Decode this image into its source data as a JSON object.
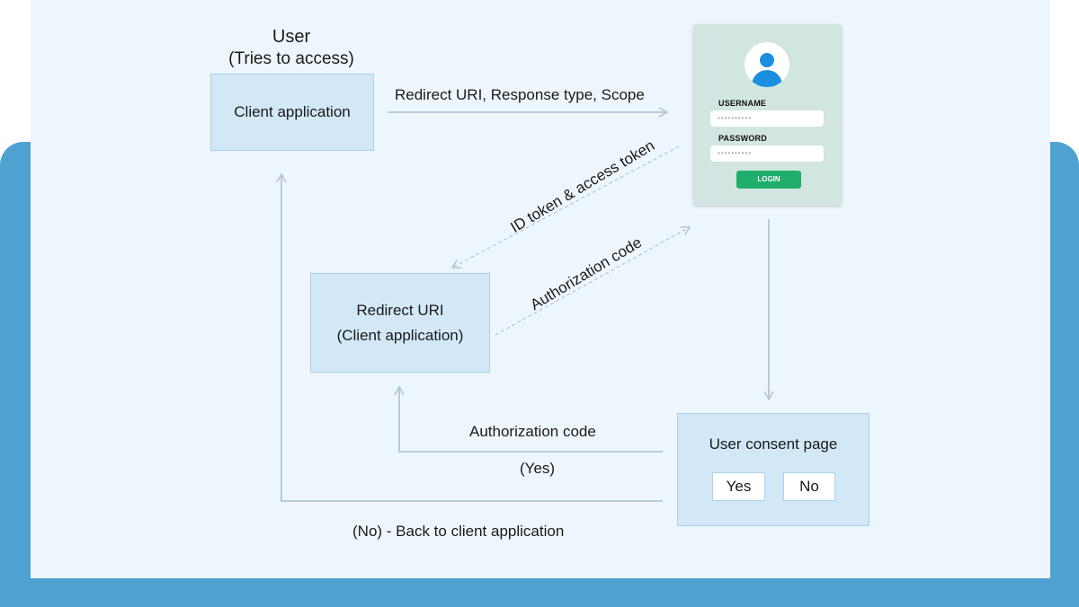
{
  "user": {
    "title": "User",
    "subtitle": "(Tries to access)"
  },
  "client_app": {
    "label": "Client application"
  },
  "redirect_box": {
    "line1": "Redirect URI",
    "line2": "(Client application)"
  },
  "consent": {
    "title": "User consent page",
    "yes_label": "Yes",
    "no_label": "No"
  },
  "login": {
    "username_label": "USERNAME",
    "username_value": "••••••••••",
    "password_label": "PASSWORD",
    "password_value": "••••••••••",
    "button_label": "LOGIN",
    "avatar_icon": "user-avatar-icon"
  },
  "edges": {
    "redirect_request": "Redirect URI, Response type, Scope",
    "id_token": "ID token & access token",
    "auth_code_diag": "Authorization code",
    "auth_code_yes": "Authorization code",
    "yes_note": "(Yes)",
    "no_note": "(No) - Back to client application"
  },
  "colors": {
    "band": "#4fa1d1",
    "panel": "#eef6fd",
    "box_fill": "#d2e8f7",
    "box_border": "#a9d1ed",
    "login_card": "#d1e5e1",
    "login_button": "#1fae6b",
    "avatar": "#1a8fe0",
    "arrow": "#b4c5d3"
  }
}
